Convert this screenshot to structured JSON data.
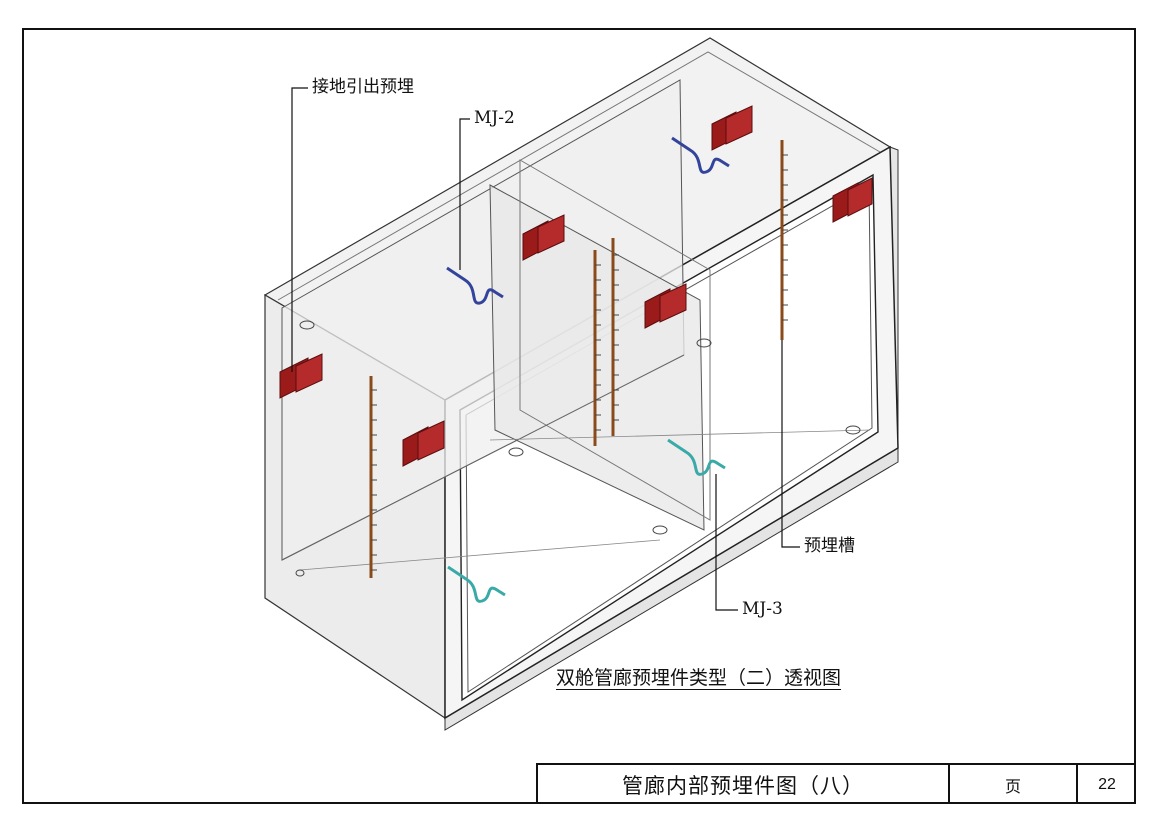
{
  "labels": {
    "grounding": "接地引出预埋",
    "mj2": "MJ-2",
    "mj3": "MJ-3",
    "channel": "预埋槽"
  },
  "caption": "双舱管廊预埋件类型（二）透视图",
  "title_block": {
    "title": "管廊内部预埋件图（八）",
    "page_label": "页",
    "page_number": "22"
  },
  "colors": {
    "line": "#111111",
    "wall_fill": "#eeeeee",
    "plate": "#9b1b1b",
    "plate_dark": "#5a0d0d",
    "mj2": "#33449a",
    "mj3": "#3aaaa8",
    "channel": "#8a4a1a"
  }
}
